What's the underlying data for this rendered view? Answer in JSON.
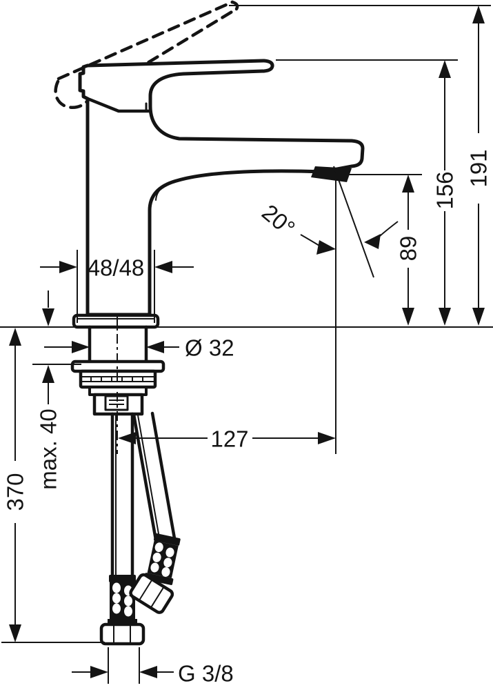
{
  "drawing_title": "single-lever-basin-mixer-dimension-drawing",
  "dimensions": {
    "overall_height": "191",
    "handle_height": "156",
    "spout_height": "89",
    "spout_angle": "20°",
    "body_clearance": "48/48",
    "shank_diameter": "Ø 32",
    "max_deck_thickness": "max. 40",
    "hose_length": "370",
    "spout_reach": "127",
    "thread_size": "G 3/8"
  },
  "colors": {
    "line": "#141414",
    "background": "#ffffff"
  }
}
